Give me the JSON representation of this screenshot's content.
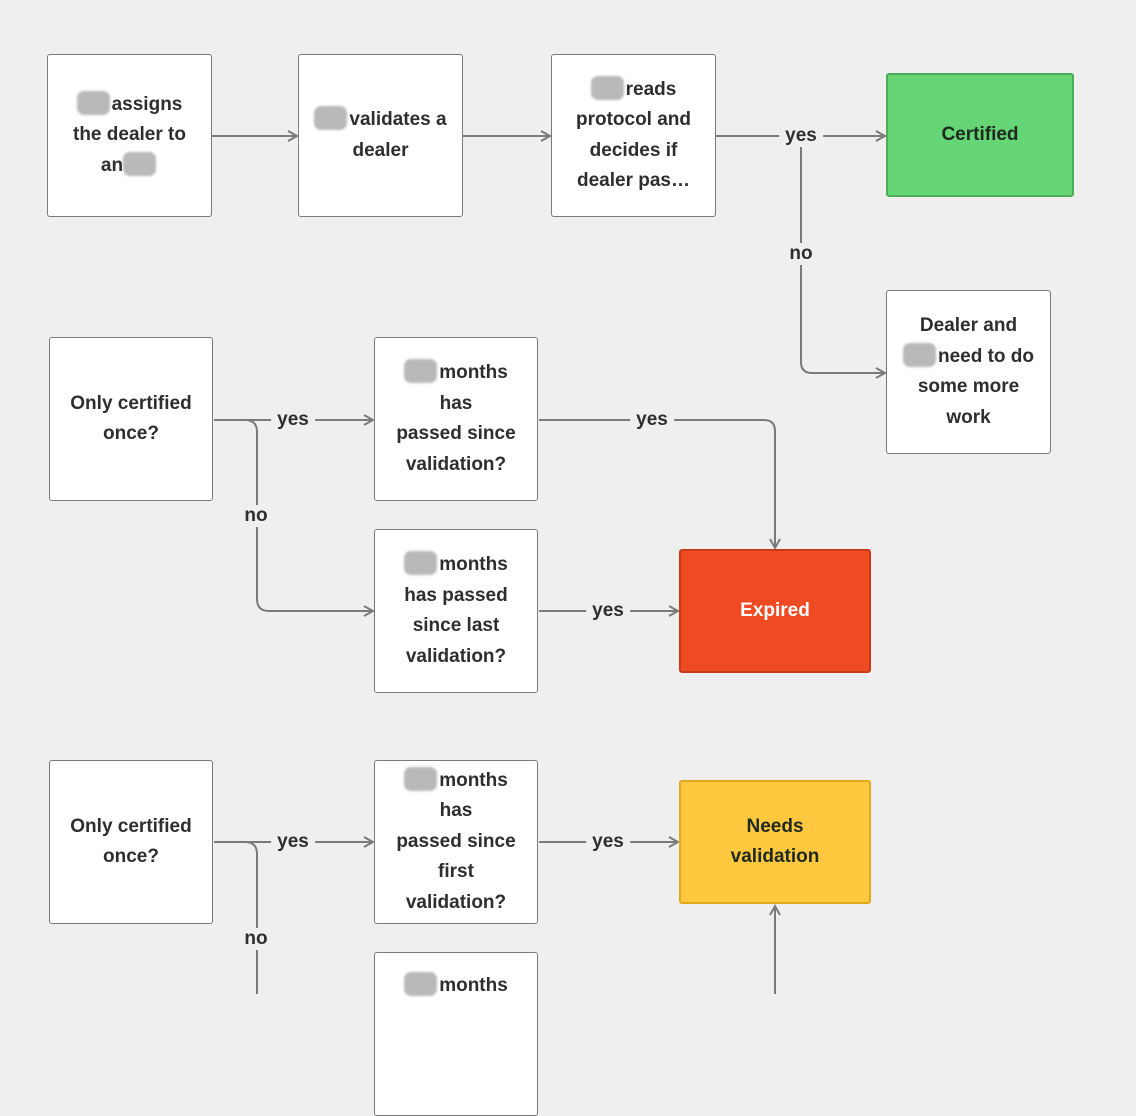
{
  "colors": {
    "background": "#efefef",
    "connector": "#7a7a7a",
    "certified": "#65d575",
    "expired": "#f04a22",
    "needs_validation": "#ffc83f"
  },
  "nodes": {
    "assign": [
      "assigns",
      "the dealer to",
      "an"
    ],
    "validate": [
      "validates a",
      "dealer"
    ],
    "reads": [
      "reads",
      "protocol and",
      "decides if",
      "dealer pas…"
    ],
    "certified": [
      "Certified"
    ],
    "more_work": [
      "Dealer and",
      "need to do",
      "some more",
      "work"
    ],
    "only_once_1": [
      "Only certified",
      "once?"
    ],
    "months_since_validation": [
      "months has",
      "passed since",
      "validation?"
    ],
    "months_since_last": [
      "months",
      "has passed",
      "since last",
      "validation?"
    ],
    "expired": [
      "Expired"
    ],
    "only_once_2": [
      "Only certified",
      "once?"
    ],
    "months_since_first": [
      "months has",
      "passed since",
      "first",
      "validation?"
    ],
    "needs_validation": [
      "Needs",
      "validation"
    ],
    "months_bottom": [
      "months"
    ]
  },
  "edge_labels": {
    "yes": "yes",
    "no": "no"
  }
}
